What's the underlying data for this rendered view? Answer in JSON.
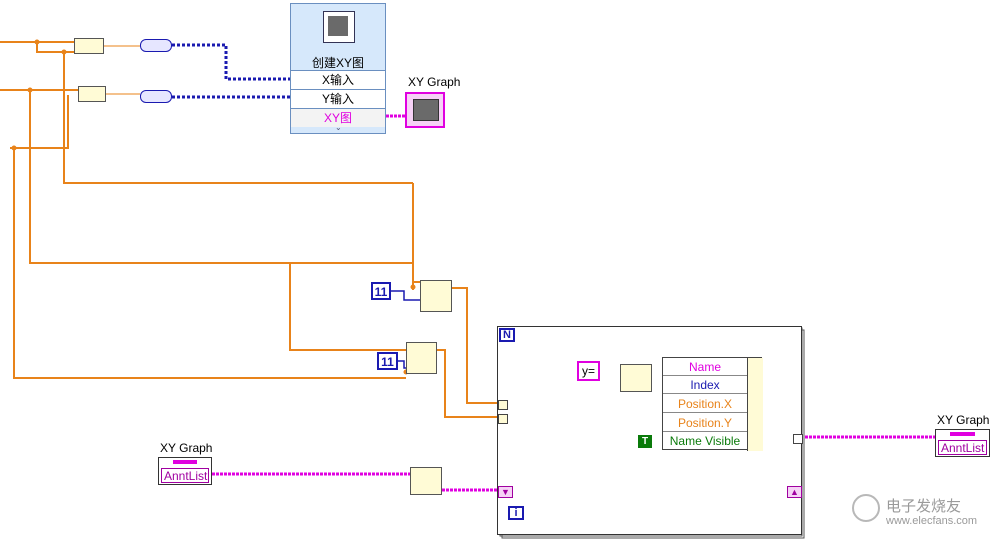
{
  "express_vi": {
    "title": "创建XY图",
    "inputs": [
      "X输入",
      "Y输入"
    ],
    "output": "XY图"
  },
  "xy_graph_terminal": {
    "label": "XY Graph"
  },
  "constants": {
    "index_a": "11",
    "index_b": "11",
    "format_string": "y=",
    "bool_true": "T"
  },
  "for_loop": {
    "count_terminal": "N",
    "iteration_terminal": "i"
  },
  "bundle_by_name": {
    "elements": [
      "Name",
      "Index",
      "Position.X",
      "Position.Y",
      "Name Visible"
    ]
  },
  "property_node_read": {
    "label": "XY Graph",
    "property": "AnntList"
  },
  "property_node_write": {
    "label": "XY Graph",
    "property": "AnntList"
  },
  "watermark": {
    "cn": "电子发烧友",
    "url": "www.elecfans.com"
  },
  "colors": {
    "orange_wire": "#e8831a",
    "pink_wire": "#e000e0",
    "blue_wire": "#1a1ab0",
    "express_bg": "#d6e8fb"
  }
}
